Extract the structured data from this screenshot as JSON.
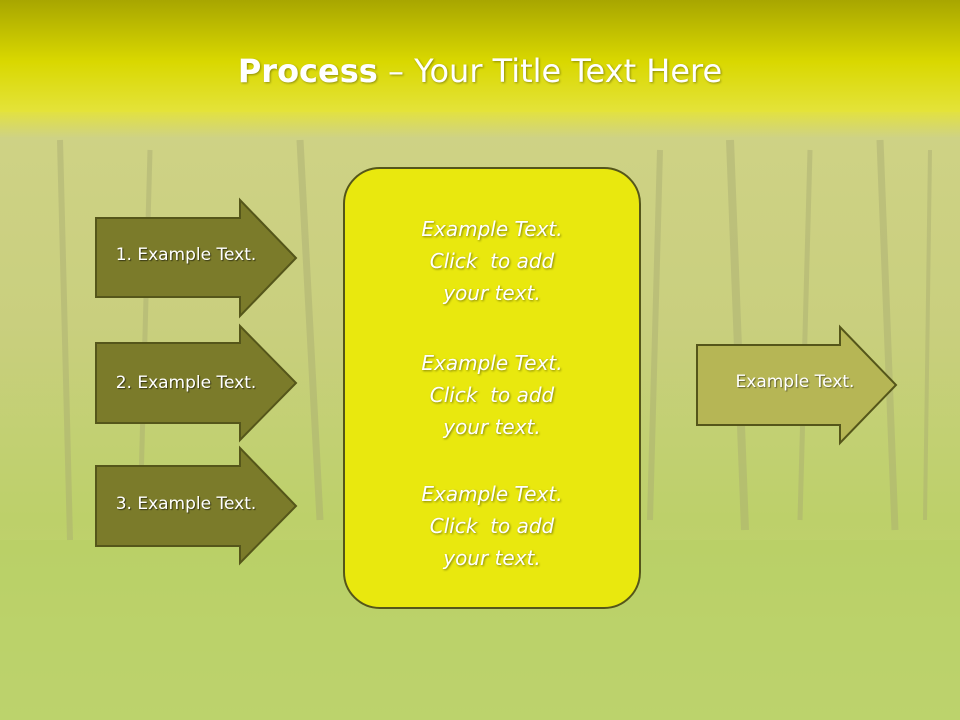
{
  "title": {
    "bold": "Process",
    "dash": " – ",
    "rest": "Your Title Text Here"
  },
  "left_steps": [
    {
      "label": "1. Example Text."
    },
    {
      "label": "2. Example Text."
    },
    {
      "label": "3. Example Text."
    }
  ],
  "center_blocks": [
    {
      "lines": [
        "Example Text.",
        "Click  to add",
        "your text."
      ]
    },
    {
      "lines": [
        "Example Text.",
        "Click  to add",
        "your text."
      ]
    },
    {
      "lines": [
        "Example Text.",
        "Click  to add",
        "your text."
      ]
    }
  ],
  "right_output": {
    "label": "Example Text."
  },
  "colors": {
    "header": "#c9c800",
    "left_arrow_fill": "#7b7b2a",
    "center_box_fill": "#e9e80e",
    "right_arrow_fill": "#b6b655",
    "outline": "#55561a"
  }
}
